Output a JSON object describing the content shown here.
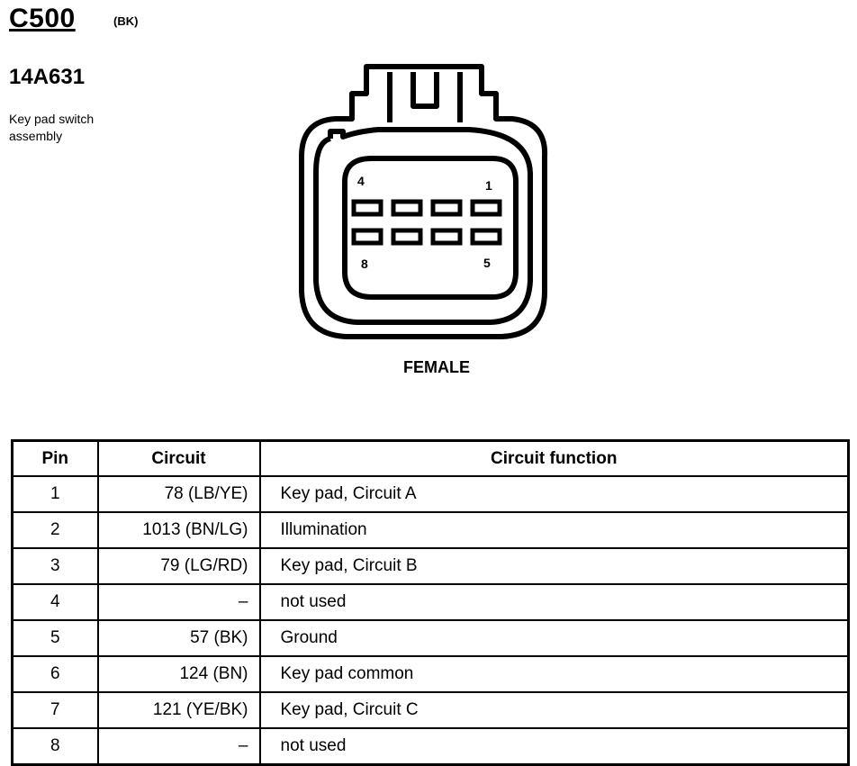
{
  "header": {
    "connector_id": "C500",
    "color_code": "(BK)",
    "part_number": "14A631",
    "description": "Key pad switch assembly"
  },
  "connector": {
    "gender": "FEMALE",
    "pin_labels": {
      "top_left": "4",
      "top_right": "1",
      "bottom_left": "8",
      "bottom_right": "5"
    }
  },
  "table": {
    "headers": {
      "pin": "Pin",
      "circuit": "Circuit",
      "function": "Circuit function"
    },
    "rows": [
      {
        "pin": "1",
        "circuit": "78 (LB/YE)",
        "function": "Key pad, Circuit A"
      },
      {
        "pin": "2",
        "circuit": "1013 (BN/LG)",
        "function": "Illumination"
      },
      {
        "pin": "3",
        "circuit": "79 (LG/RD)",
        "function": "Key pad, Circuit B"
      },
      {
        "pin": "4",
        "circuit": "–",
        "function": "not used"
      },
      {
        "pin": "5",
        "circuit": "57 (BK)",
        "function": "Ground"
      },
      {
        "pin": "6",
        "circuit": "124 (BN)",
        "function": "Key pad common"
      },
      {
        "pin": "7",
        "circuit": "121 (YE/BK)",
        "function": "Key pad, Circuit C"
      },
      {
        "pin": "8",
        "circuit": "–",
        "function": "not used"
      }
    ]
  }
}
